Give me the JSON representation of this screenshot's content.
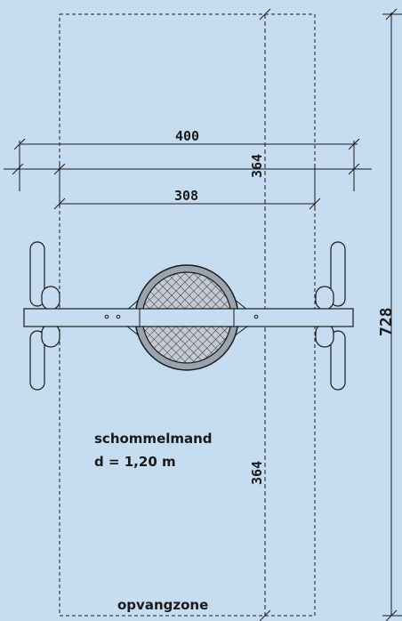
{
  "dimensions": {
    "width_400": "400",
    "width_308": "308",
    "top_364": "364",
    "bottom_364": "364",
    "total_728": "728"
  },
  "labels": {
    "name": "schommelmand",
    "diameter": "d = 1,20 m",
    "zone": "opvangzone"
  },
  "colors": {
    "background": "#c5dcf1",
    "line": "#1a1a1a",
    "basket": "#9aa3b0"
  }
}
